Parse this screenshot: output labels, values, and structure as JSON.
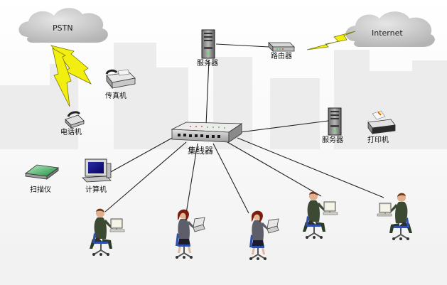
{
  "labels": {
    "pstn": "PSTN",
    "internet": "Internet",
    "fax": "传真机",
    "phone": "电话机",
    "server_top": "服务器",
    "router": "路由器",
    "hub": "集线器",
    "server_right": "服务器",
    "printer": "打印机",
    "scanner": "扫描仪",
    "computer": "计算机"
  },
  "colors": {
    "lightning": "#f2ee10",
    "lightning_stroke": "#777700",
    "cloud": "#c8c8c8",
    "skyline": "#ededed",
    "line": "#222222",
    "chair": "#2e4fae",
    "jacket_man": "#3c4a34",
    "jacket_woman": "#5e5e6a",
    "hair_woman": "#7a1f10"
  }
}
